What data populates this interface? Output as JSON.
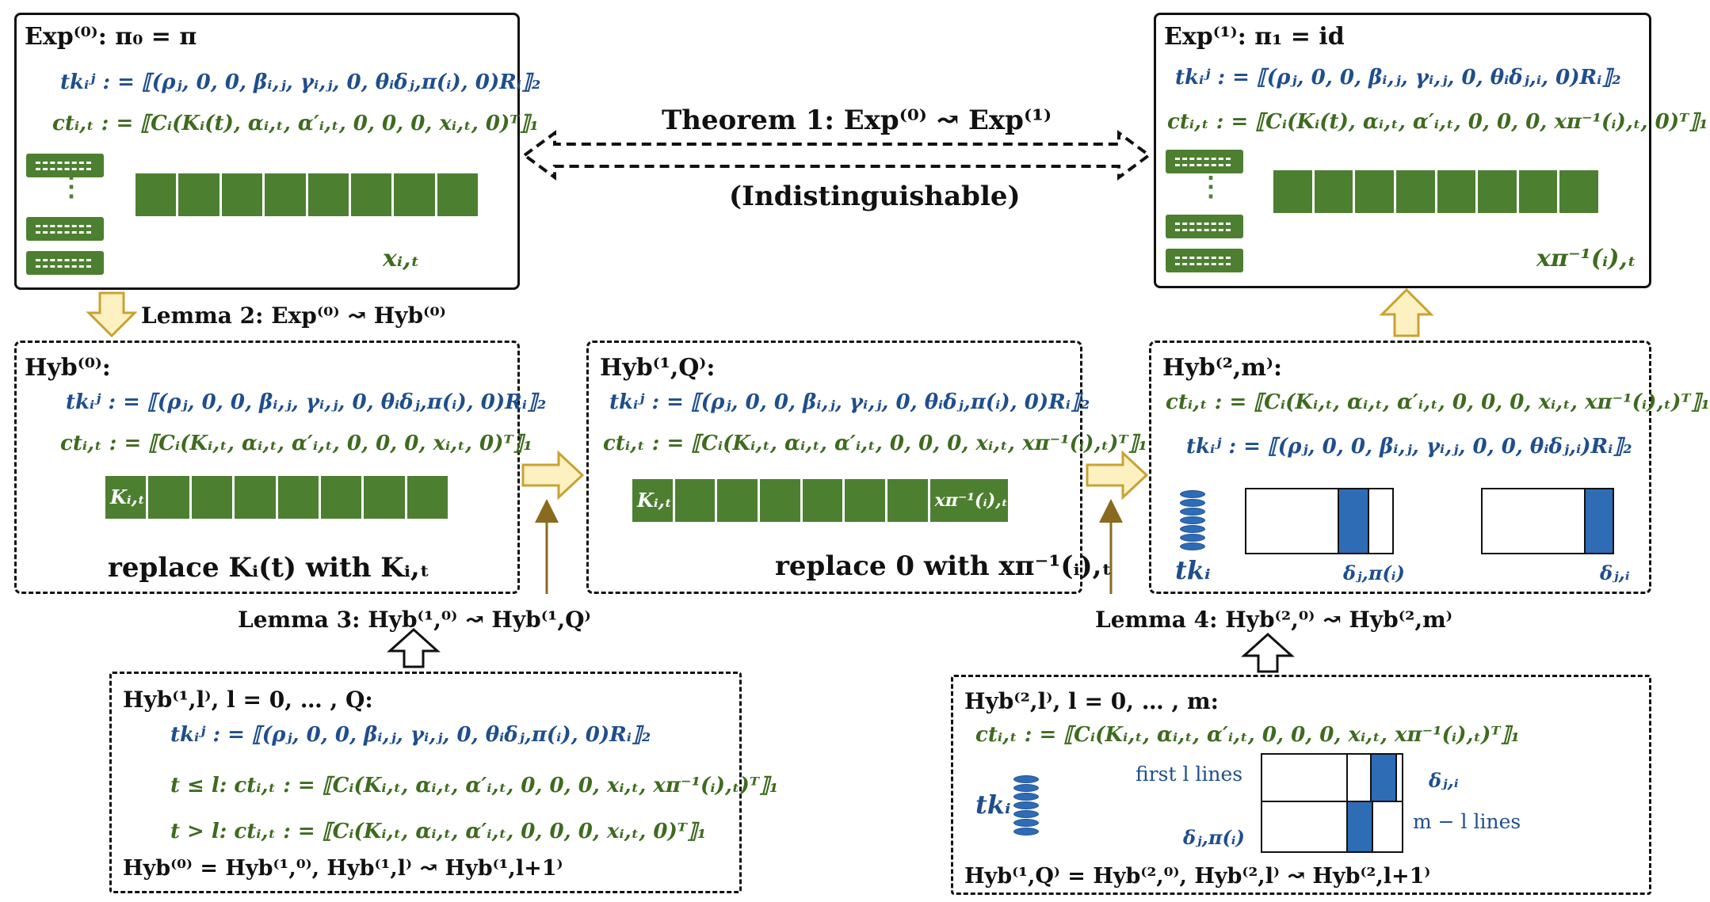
{
  "exp0": {
    "title": "Exp⁽⁰⁾: π₀ = π",
    "tk": "tkᵢʲ : = ⟦(ρⱼ, 0, 0, βᵢ,ⱼ, γᵢ,ⱼ, 0, θᵢδⱼ,π(ᵢ), 0)Rᵢ⟧₂",
    "ct": "ctᵢ,ₜ : = ⟦Cᵢ(Kᵢ(t), αᵢ,ₜ, α′ᵢ,ₜ, 0, 0, 0, xᵢ,ₜ, 0)ᵀ⟧₁",
    "cell_label": "xᵢ,ₜ"
  },
  "exp1": {
    "title": "Exp⁽¹⁾: π₁ = id",
    "tk": "tkᵢʲ : = ⟦(ρⱼ, 0, 0, βᵢ,ⱼ, γᵢ,ⱼ, 0, θᵢδⱼ,ᵢ, 0)Rᵢ⟧₂",
    "ct": "ctᵢ,ₜ : = ⟦Cᵢ(Kᵢ(t), αᵢ,ₜ, α′ᵢ,ₜ, 0, 0, 0, xπ⁻¹(ᵢ),ₜ, 0)ᵀ⟧₁",
    "cell_label": "xπ⁻¹(ᵢ),ₜ"
  },
  "theorem": {
    "title": "Theorem 1: Exp⁽⁰⁾ ↝ Exp⁽¹⁾",
    "subtitle": "(Indistinguishable)"
  },
  "lemma2": "Lemma 2: Exp⁽⁰⁾ ↝ Hyb⁽⁰⁾",
  "hyb0": {
    "title": "Hyb⁽⁰⁾:",
    "tk": "tkᵢʲ : = ⟦(ρⱼ, 0, 0, βᵢ,ⱼ, γᵢ,ⱼ, 0, θᵢδⱼ,π(ᵢ), 0)Rᵢ⟧₂",
    "ct": "ctᵢ,ₜ : = ⟦Cᵢ(Kᵢ,ₜ, αᵢ,ₜ, α′ᵢ,ₜ, 0, 0, 0, xᵢ,ₜ, 0)ᵀ⟧₁",
    "cell_label": "Kᵢ,ₜ",
    "note": "replace Kᵢ(t) with Kᵢ,ₜ"
  },
  "hyb1Q": {
    "title": "Hyb⁽¹,Q⁾:",
    "tk": "tkᵢʲ : = ⟦(ρⱼ, 0, 0, βᵢ,ⱼ, γᵢ,ⱼ, 0, θᵢδⱼ,π(ᵢ), 0)Rᵢ⟧₂",
    "ct": "ctᵢ,ₜ : = ⟦Cᵢ(Kᵢ,ₜ, αᵢ,ₜ, α′ᵢ,ₜ, 0, 0, 0, xᵢ,ₜ, xπ⁻¹(ᵢ),ₜ)ᵀ⟧₁",
    "cell_first": "Kᵢ,ₜ",
    "cell_last": "xπ⁻¹(ᵢ),ₜ",
    "note": "replace 0 with xπ⁻¹(ᵢ),ₜ"
  },
  "hyb2m": {
    "title": "Hyb⁽²,m⁾:",
    "ct": "ctᵢ,ₜ : = ⟦Cᵢ(Kᵢ,ₜ, αᵢ,ₜ, α′ᵢ,ₜ, 0, 0, 0, xᵢ,ₜ, xπ⁻¹(ᵢ),ₜ)ᵀ⟧₁",
    "tk": "tkᵢʲ : = ⟦(ρⱼ, 0, 0, βᵢ,ⱼ, γᵢ,ⱼ, 0, 0, θᵢδⱼ,ᵢ)Rᵢ⟧₂",
    "tk_label": "tkᵢ",
    "delta_left": "δⱼ,π(ᵢ)",
    "delta_right": "δⱼ,ᵢ"
  },
  "lemma3": "Lemma 3: Hyb⁽¹,⁰⁾ ↝ Hyb⁽¹,Q⁾",
  "lemma4": "Lemma 4: Hyb⁽²,⁰⁾ ↝ Hyb⁽²,m⁾",
  "hyb1l": {
    "title": "Hyb⁽¹,l⁾, l = 0, … , Q:",
    "tk": "tkᵢʲ : = ⟦(ρⱼ, 0, 0, βᵢ,ⱼ, γᵢ,ⱼ, 0, θᵢδⱼ,π(ᵢ), 0)Rᵢ⟧₂",
    "ct_le": "t ≤ l: ctᵢ,ₜ : = ⟦Cᵢ(Kᵢ,ₜ, αᵢ,ₜ, α′ᵢ,ₜ, 0, 0, 0, xᵢ,ₜ, xπ⁻¹(ᵢ),ₜ)ᵀ⟧₁",
    "ct_gt": "t > l: ctᵢ,ₜ : = ⟦Cᵢ(Kᵢ,ₜ, αᵢ,ₜ, α′ᵢ,ₜ, 0, 0, 0, xᵢ,ₜ, 0)ᵀ⟧₁",
    "footer": "Hyb⁽⁰⁾ = Hyb⁽¹,⁰⁾,  Hyb⁽¹,l⁾  ↝  Hyb⁽¹,l+1⁾"
  },
  "hyb2l": {
    "title": "Hyb⁽²,l⁾, l = 0, … , m:",
    "ct": "ctᵢ,ₜ : = ⟦Cᵢ(Kᵢ,ₜ, αᵢ,ₜ, α′ᵢ,ₜ, 0, 0, 0, xᵢ,ₜ, xπ⁻¹(ᵢ),ₜ)ᵀ⟧₁",
    "tk_label": "tkᵢ",
    "first_lines": "first l lines",
    "rest_lines": "m − l lines",
    "delta_top": "δⱼ,ᵢ",
    "delta_bottom": "δⱼ,π(ᵢ)",
    "footer": "Hyb⁽¹,Q⁾ = Hyb⁽²,⁰⁾, Hyb⁽²,l⁾  ↝  Hyb⁽²,l+1⁾"
  }
}
